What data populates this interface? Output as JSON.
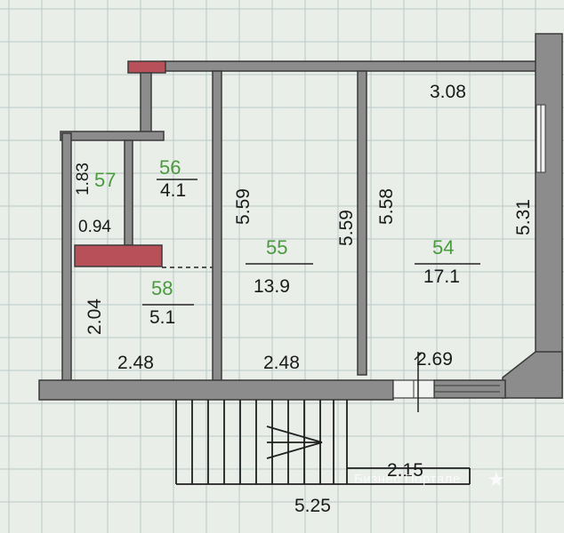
{
  "colors": {
    "wall": "#8c8c8c",
    "wall_outline": "#3a3a3a",
    "highlight": "#b8505a",
    "room_number": "#4a9a3e",
    "background": "#e9eee9",
    "grid": "#b9c9c9"
  },
  "rooms": [
    {
      "number": "56",
      "area": "4.1"
    },
    {
      "number": "57"
    },
    {
      "number": "55",
      "area": "13.9"
    },
    {
      "number": "54",
      "area": "17.1"
    },
    {
      "number": "58",
      "area": "5.1"
    }
  ],
  "dimensions": {
    "d308": "3.08",
    "d531": "5.31",
    "d558": "5.58",
    "d559_mid": "5.59",
    "d559_left": "5.59",
    "d183": "1.83",
    "d094": "0.94",
    "d204": "2.04",
    "d248_left": "2.48",
    "d248_mid": "2.48",
    "d269": "2.69",
    "d215": "2.15",
    "d525": "5.25"
  },
  "watermark": "Бизнес Портале"
}
